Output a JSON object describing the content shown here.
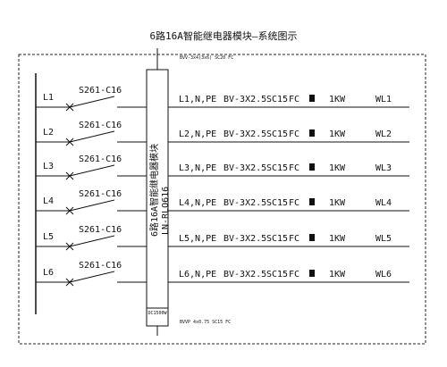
{
  "title": "6路16A智能继电器模块—系统图示",
  "incoming_note": "BVV-3x4(3x6) SC20 FC",
  "bottom_note": "BVVP 4x0.75 SC15 FC",
  "module": {
    "name_cn": "6路16A智能继电器模块",
    "model": "LN-RLO616",
    "footer": "DC1500W"
  },
  "circuits": [
    {
      "line": "L1",
      "breaker": "S261-C16",
      "conductors": "L1,N,PE",
      "cable": "BV-3X2.5",
      "conduit": "SC15",
      "laying": "FC",
      "power": "1KW",
      "label": "WL1"
    },
    {
      "line": "L2",
      "breaker": "S261-C16",
      "conductors": "L2,N,PE",
      "cable": "BV-3X2.5",
      "conduit": "SC15",
      "laying": "FC",
      "power": "1KW",
      "label": "WL2"
    },
    {
      "line": "L3",
      "breaker": "S261-C16",
      "conductors": "L3,N,PE",
      "cable": "BV-3X2.5",
      "conduit": "SC15",
      "laying": "FC",
      "power": "1KW",
      "label": "WL3"
    },
    {
      "line": "L4",
      "breaker": "S261-C16",
      "conductors": "L4,N,PE",
      "cable": "BV-3X2.5",
      "conduit": "SC15",
      "laying": "FC",
      "power": "1KW",
      "label": "WL4"
    },
    {
      "line": "L5",
      "breaker": "S261-C16",
      "conductors": "L5,N,PE",
      "cable": "BV-3X2.5",
      "conduit": "SC15",
      "laying": "FC",
      "power": "1KW",
      "label": "WL5"
    },
    {
      "line": "L6",
      "breaker": "S261-C16",
      "conductors": "L6,N,PE",
      "cable": "BV-3X2.5",
      "conduit": "SC15",
      "laying": "FC",
      "power": "1KW",
      "label": "WL6"
    }
  ]
}
